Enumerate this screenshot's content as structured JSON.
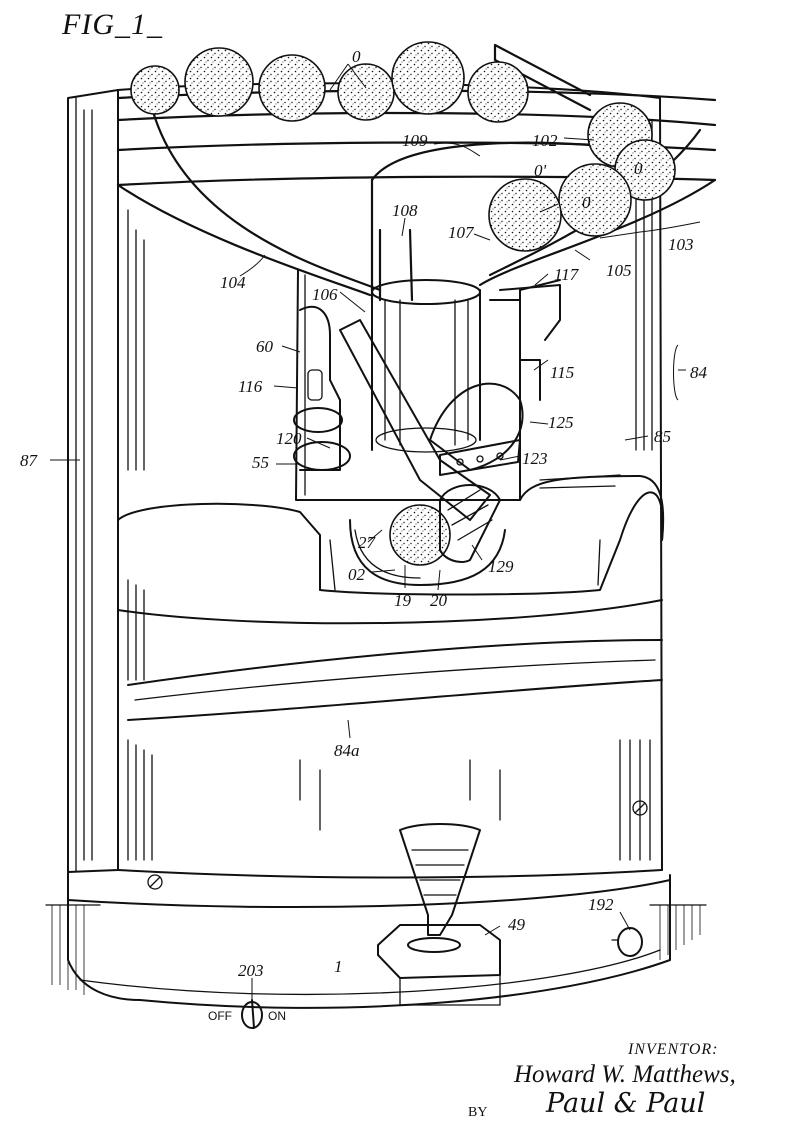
{
  "figure": {
    "title": "FIG_1_"
  },
  "labels": {
    "l_0_top": "0",
    "l_109": "109",
    "l_102": "102",
    "l_0prime": "0'",
    "l_0_right": "0",
    "l_0_mid": "0",
    "l_108": "108",
    "l_107": "107",
    "l_103": "103",
    "l_105": "105",
    "l_104": "104",
    "l_106": "106",
    "l_117": "117",
    "l_60": "60",
    "l_116": "116",
    "l_115": "115",
    "l_84": "84",
    "l_125": "125",
    "l_85": "85",
    "l_120": "120",
    "l_123": "123",
    "l_87": "87",
    "l_55": "55",
    "l_27": "27",
    "l_02": "02",
    "l_19": "19",
    "l_20": "20",
    "l_129": "129",
    "l_84a": "84a",
    "l_49": "49",
    "l_192": "192",
    "l_203": "203",
    "l_1": "1"
  },
  "switch": {
    "off": "OFF",
    "on": "ON"
  },
  "inventor": {
    "heading": "INVENTOR:",
    "name": "Howard W. Matthews,",
    "by": "BY",
    "signature": "Paul & Paul"
  },
  "colors": {
    "ink": "#111111",
    "paper": "#ffffff"
  }
}
